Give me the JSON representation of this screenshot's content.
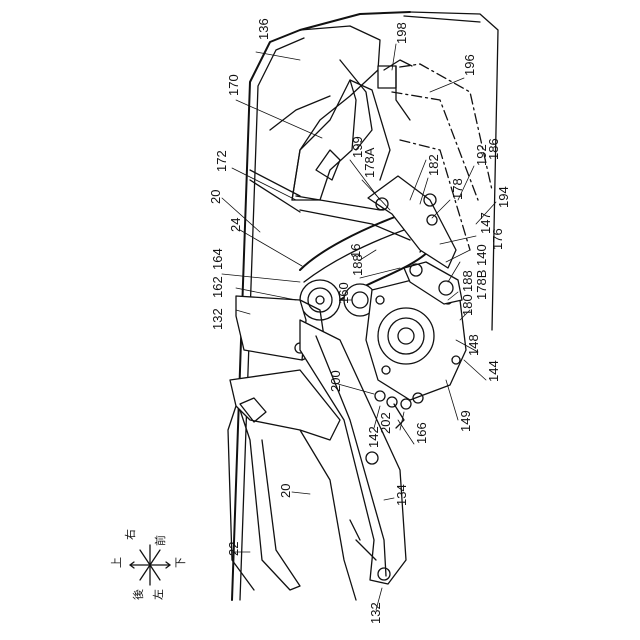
{
  "figure": {
    "reference_numerals": [
      "136",
      "198",
      "170",
      "196",
      "199",
      "186",
      "182",
      "192",
      "178A",
      "178",
      "194",
      "172",
      "20",
      "24",
      "147",
      "176",
      "16",
      "140",
      "164",
      "188",
      "162",
      "188",
      "178B",
      "160",
      "180",
      "132",
      "148",
      "144",
      "200",
      "149",
      "202",
      "166",
      "142",
      "20",
      "134",
      "22",
      "132"
    ],
    "direction_labels": {
      "up": "上",
      "down": "下",
      "front": "前",
      "rear": "後",
      "right": "右",
      "left": "左"
    }
  },
  "colors": {
    "line": "#111111",
    "background": "#ffffff"
  }
}
